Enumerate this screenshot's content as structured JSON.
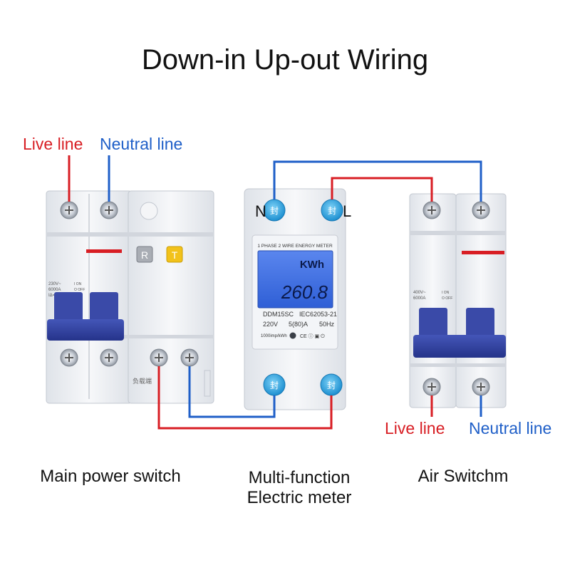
{
  "title": "Down-in Up-out Wiring",
  "labels": {
    "left_live": "Live line",
    "left_neutral": "Neutral line",
    "right_live": "Live line",
    "right_neutral": "Neutral line",
    "meter_n": "N",
    "meter_l": "L"
  },
  "captions": {
    "main_switch": "Main power switch",
    "meter_line1": "Multi-function",
    "meter_line2": "Electric meter",
    "air_switch": "Air Switchm"
  },
  "main_switch": {
    "rating_lines": [
      "230V~",
      "6000A",
      "IΔ=30mA"
    ],
    "on_label": "I ON",
    "off_label": "O OFF",
    "button_r": "R",
    "button_t": "T",
    "lower_text": "负载端"
  },
  "meter": {
    "header": "1 PHASE 2 WIRE ENERGY METER",
    "unit": "KWh",
    "reading": "260.8",
    "model": "DDM15SC",
    "standard": "IEC62053-21",
    "voltage": "220V",
    "current": "5(80)A",
    "frequency": "50Hz",
    "impulse": "1000imp/kWh",
    "terminal_glyph": "封"
  },
  "air_switch": {
    "rating_lines": [
      "400V~",
      "6000A"
    ],
    "on_label": "I ON",
    "off_label": "O OFF"
  },
  "colors": {
    "live": "#d81e24",
    "neutral": "#1f5fc8",
    "lcd": "#3d6fe0",
    "handle": "#2f3f9e",
    "terminal": "#27a8e6",
    "body": "#eef1f5"
  }
}
